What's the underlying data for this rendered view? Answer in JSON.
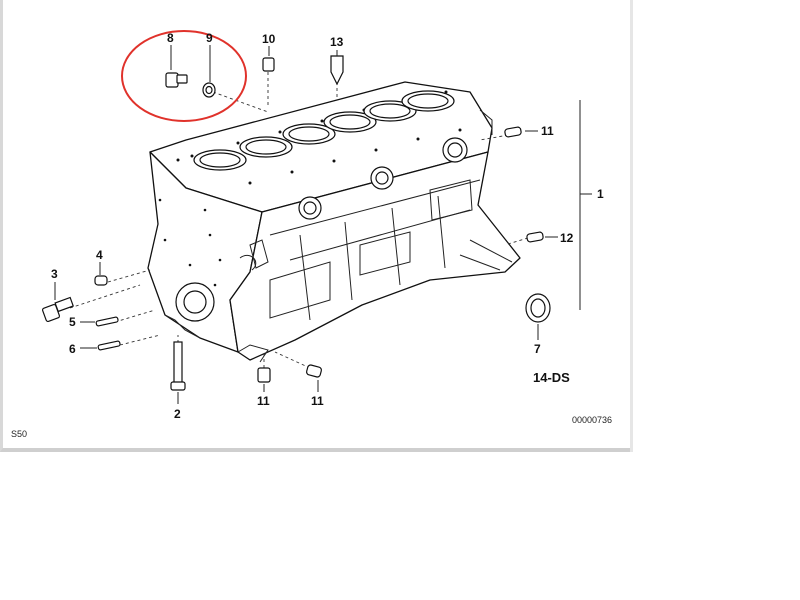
{
  "diagram": {
    "callouts": {
      "c1": "1",
      "c2": "2",
      "c3": "3",
      "c4": "4",
      "c5": "5",
      "c6": "6",
      "c7": "7",
      "c8": "8",
      "c9": "9",
      "c10": "10",
      "c11a": "11",
      "c11b": "11",
      "c11c": "11",
      "c12": "12",
      "c13": "13"
    },
    "footer": {
      "model": "S50",
      "diagram_code": "14-DS",
      "drawing_number": "00000736"
    },
    "highlight_color": "#e0322b"
  }
}
